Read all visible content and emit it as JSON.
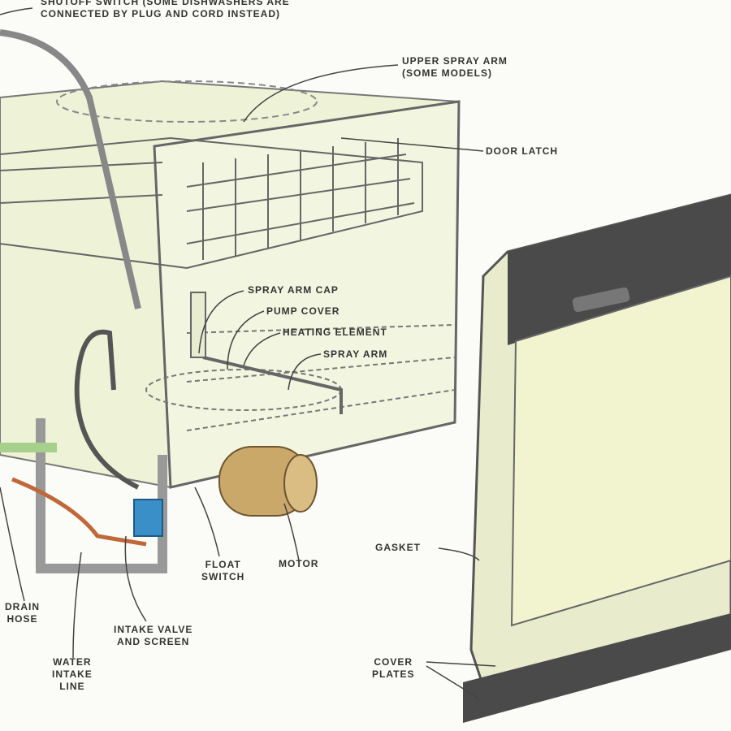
{
  "labels": {
    "shutoff_switch": [
      "SHUTOFF SWITCH (SOME DISHWASHERS ARE",
      "CONNECTED BY PLUG AND CORD INSTEAD)"
    ],
    "upper_spray_arm": [
      "UPPER SPRAY ARM",
      "(SOME MODELS)"
    ],
    "door_latch": "DOOR LATCH",
    "spray_arm_cap": "SPRAY ARM CAP",
    "pump_cover": "PUMP COVER",
    "heating_element": "HEATING ELEMENT",
    "spray_arm": "SPRAY ARM",
    "gasket": "GASKET",
    "motor": "MOTOR",
    "float_switch": [
      "FLOAT",
      "SWITCH"
    ],
    "drain_hose": [
      "DRAIN",
      "HOSE"
    ],
    "intake_valve": [
      "INTAKE VALVE",
      "AND SCREEN"
    ],
    "water_intake_line": [
      "WATER",
      "INTAKE",
      "LINE"
    ],
    "cover_plates": [
      "COVER",
      "PLATES"
    ]
  },
  "colors": {
    "tub": "#eef3d8",
    "door_panel": "#f2f4cf",
    "control_panel": "#4a4a4a",
    "motor": "#c9a86a",
    "valve": "#3a8fc9",
    "intake_line": "#c0683a",
    "line": "#555555"
  }
}
